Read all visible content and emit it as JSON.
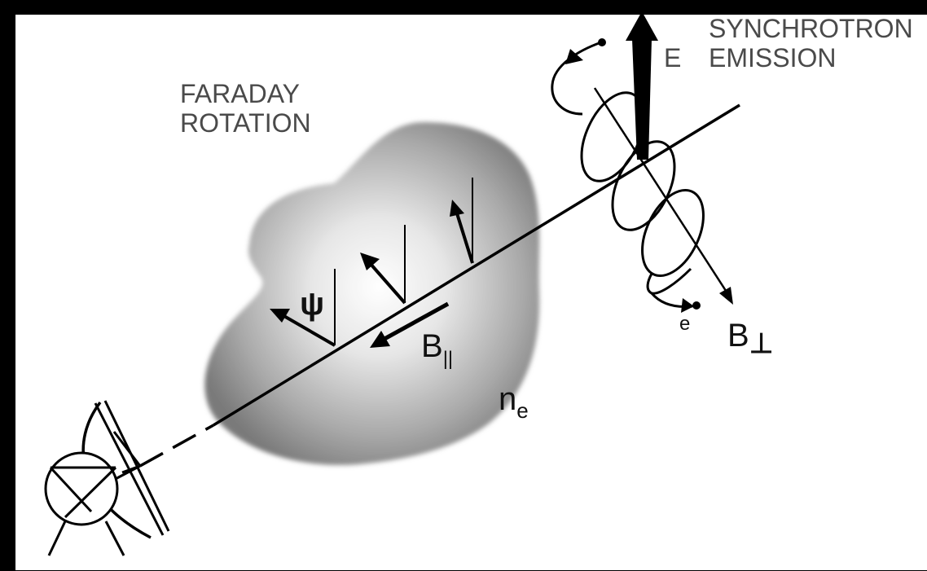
{
  "labels": {
    "faraday_line1": "FARADAY",
    "faraday_line2": "ROTATION",
    "synchrotron_line1": "SYNCHROTRON",
    "synchrotron_line2": "EMISSION",
    "e_field": "E",
    "psi": "ψ",
    "b_parallel_main": "B",
    "b_parallel_sub": "||",
    "n_main": "n",
    "n_sub": "e",
    "electron": "e",
    "b_perp_main": "B",
    "b_perp_symbol": "⊥"
  },
  "icons": {
    "telescope": "radio-telescope-icon"
  },
  "colors": {
    "frame": "#000000",
    "background": "#ffffff",
    "cloud_center": "#ffffff",
    "cloud_edge": "#7a7a7a",
    "label_gray": "#4a4a4a",
    "ink": "#000000"
  }
}
